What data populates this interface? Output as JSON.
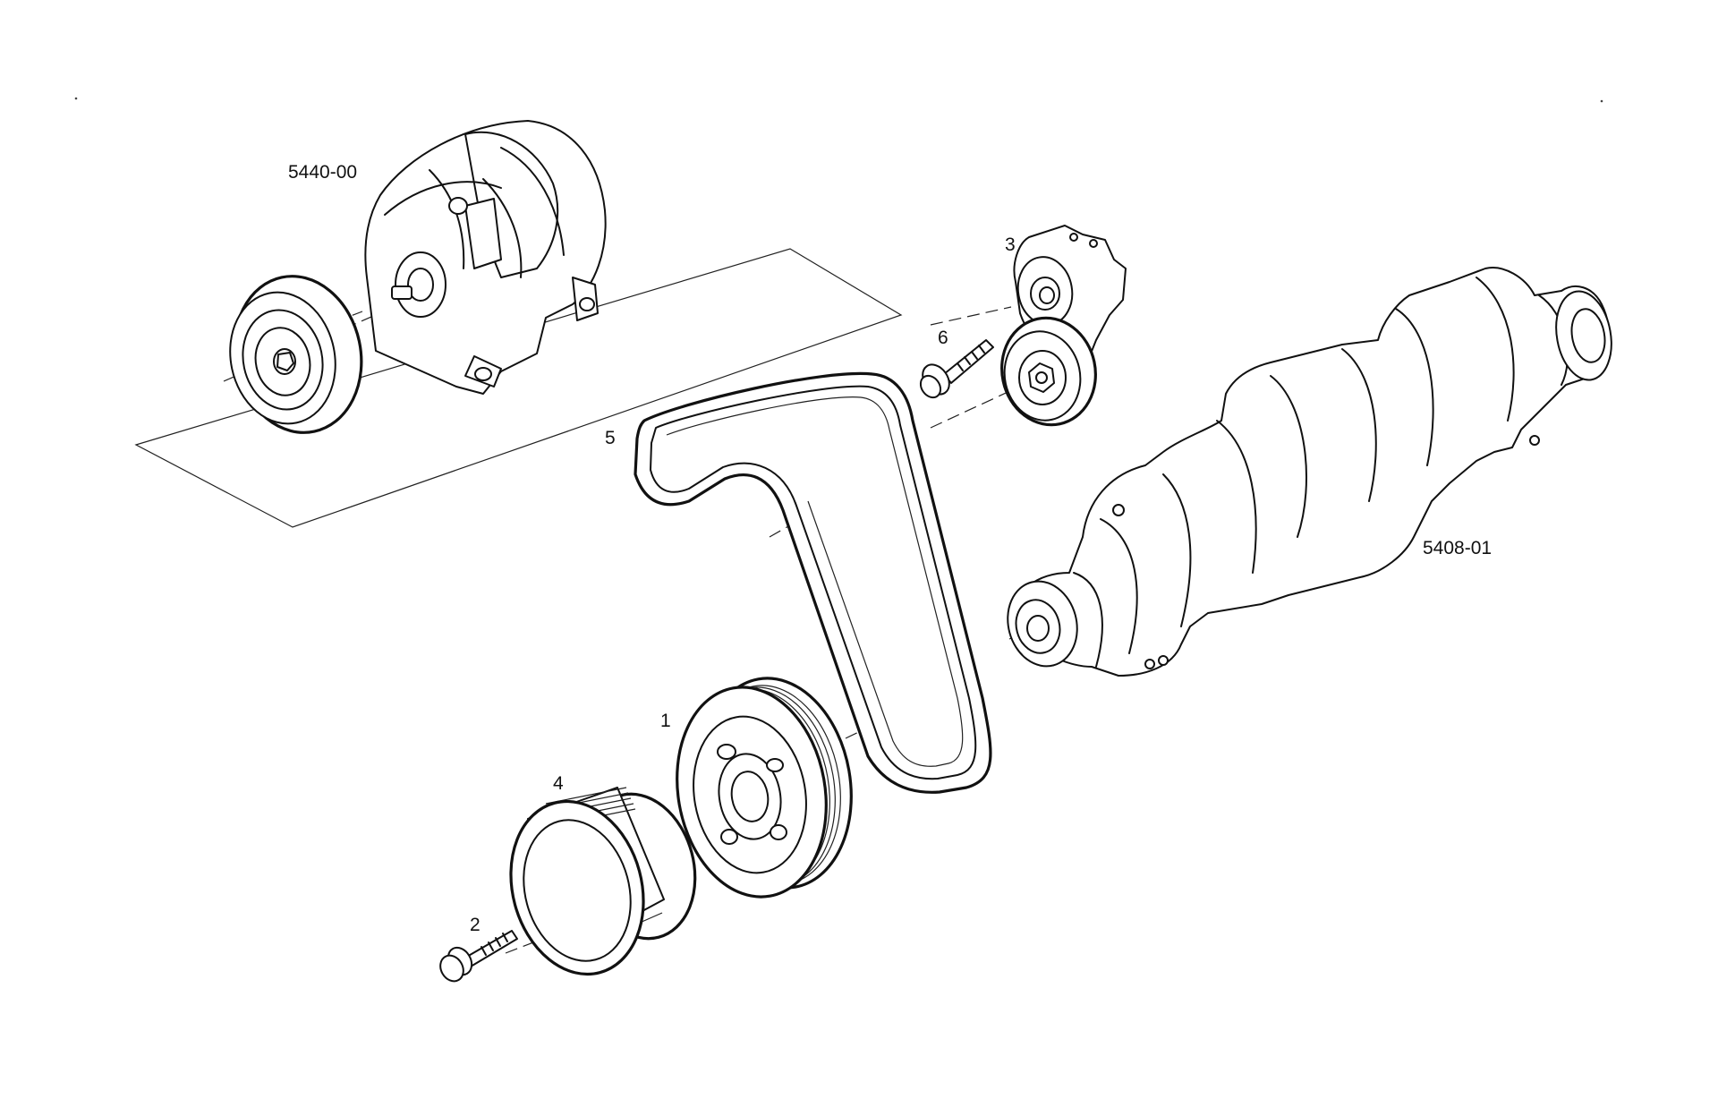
{
  "diagram": {
    "labels": {
      "alternator": "5440-00",
      "crankshaft": "5408-01",
      "part_1": "1",
      "part_2": "2",
      "part_3": "3",
      "part_4": "4",
      "part_5": "5",
      "part_6": "6"
    },
    "colors": {
      "line": "#111111",
      "background": "#ffffff"
    }
  }
}
